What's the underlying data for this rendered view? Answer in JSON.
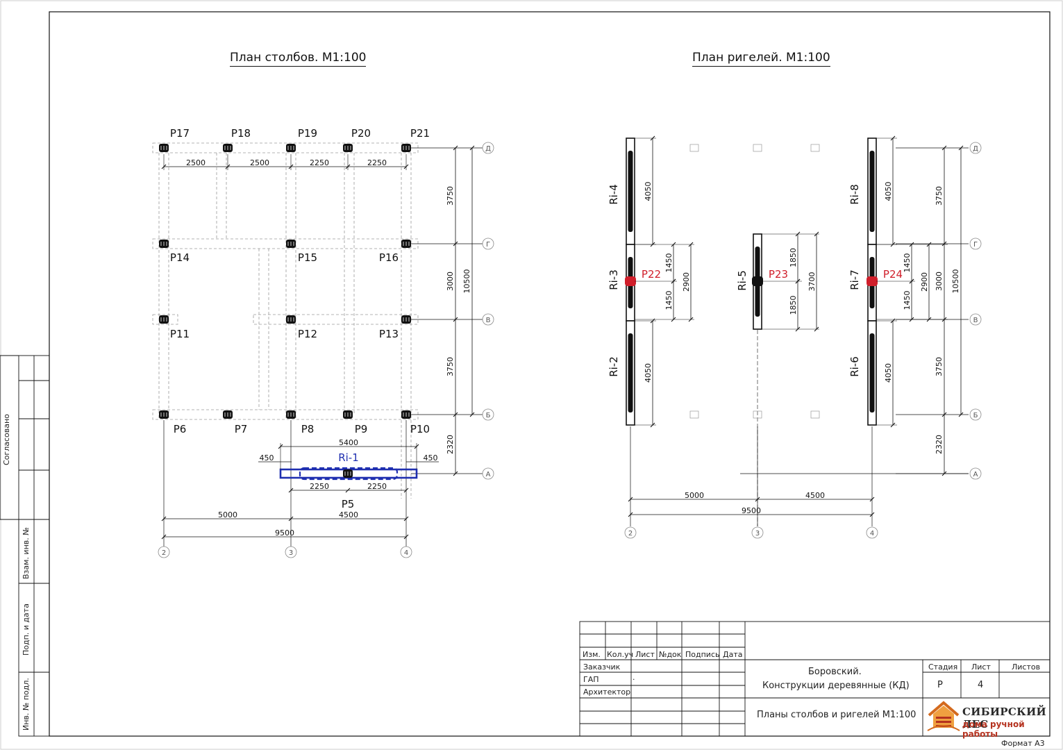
{
  "titles": {
    "posts_plan": "План столбов. М1:100",
    "beams_plan": "План ригелей. М1:100"
  },
  "posts": [
    "P17",
    "P18",
    "P19",
    "P20",
    "P21",
    "P14",
    "P15",
    "P16",
    "P11",
    "P12",
    "P13",
    "P6",
    "P7",
    "P8",
    "P9",
    "P10",
    "P5"
  ],
  "beam_labels_left": [
    "Ri-1"
  ],
  "beam_labels_right": [
    "Ri-4",
    "Ri-3",
    "Ri-2",
    "Ri-5",
    "Ri-8",
    "Ri-7",
    "Ri-6"
  ],
  "right_posts": [
    "P22",
    "P23",
    "P24"
  ],
  "grid_rows": [
    "Д",
    "Г",
    "В",
    "Б",
    "А"
  ],
  "grid_cols": [
    "2",
    "3",
    "4"
  ],
  "dims_left": {
    "top": [
      "2500",
      "2500",
      "2250",
      "2250"
    ],
    "vertical": [
      "3750",
      "3000",
      "3750",
      "2320"
    ],
    "overall": "10500",
    "ri1_top": "5400",
    "ri1_side": [
      "450",
      "450"
    ],
    "ri1_bottom": [
      "2250",
      "2250"
    ],
    "bottom": [
      "5000",
      "4500"
    ],
    "total": "9500"
  },
  "dims_right": {
    "ri4": "4050",
    "ri3": [
      "1450",
      "1450"
    ],
    "ri3_sum": "2900",
    "ri2": "4050",
    "ri5": [
      "1850",
      "1850"
    ],
    "ri5_sum": "3700",
    "ri8": "4050",
    "ri7": [
      "1450",
      "1450"
    ],
    "ri7_sum": "2900",
    "ri7_outer": "3000",
    "ri6": "4050",
    "vertical": [
      "3750",
      "3750",
      "2320"
    ],
    "overall": "10500",
    "bottom": [
      "5000",
      "4500"
    ],
    "total": "9500"
  },
  "side_stamp": [
    "Согласовано",
    "Взам. инв. №",
    "Подп. и дата",
    "Инв. № подл."
  ],
  "title_block": {
    "col_headers": [
      "Изм.",
      "Кол.уч",
      "Лист",
      "№док",
      "Подпись",
      "Дата"
    ],
    "roles": [
      "Заказчик",
      "ГАП",
      "Архитектор"
    ],
    "gap_dot": ".",
    "project_line1": "Боровский.",
    "project_line2": "Конструкции деревянные (КД)",
    "stage_label": "Стадия",
    "sheet_label": "Лист",
    "sheets_label": "Листов",
    "stage": "Р",
    "sheet": "4",
    "sheets": "",
    "drawing_name": "Планы столбов и ригелей М1:100",
    "company_line1": "СИБИРСКИЙ ЛЕС",
    "company_line2": "дома ручной работы"
  },
  "format_label": "Формат А3",
  "colors": {
    "line": "#111111",
    "dashed": "#9a9a9a",
    "ri1": "#1f2fb0",
    "highlight": "#d01e2a"
  }
}
